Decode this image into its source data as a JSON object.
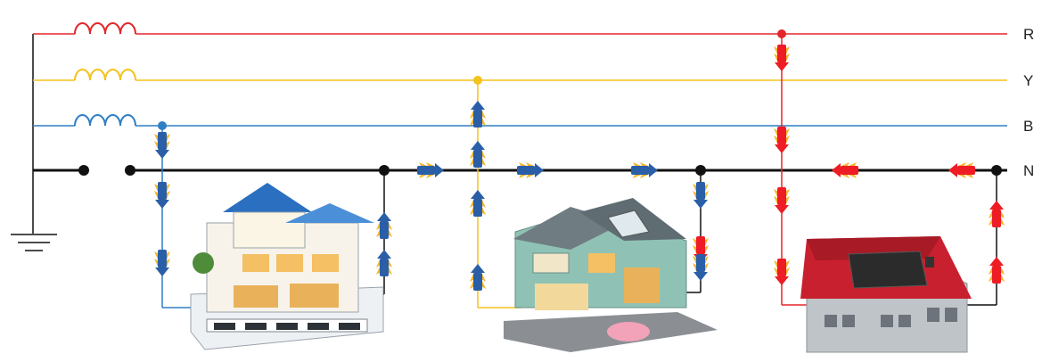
{
  "lines": {
    "r": {
      "label": "R",
      "color": "#e3262b"
    },
    "y": {
      "label": "Y",
      "color": "#f5c21b"
    },
    "b": {
      "label": "B",
      "color": "#2f7fc4"
    },
    "n": {
      "label": "N",
      "color": "#111111"
    }
  },
  "colors": {
    "wire_red": "#e3262b",
    "wire_yellow": "#f5c21b",
    "wire_blue": "#2f7fc4",
    "wire_neutral": "#111111",
    "arrow_blue": "#2a5fa8",
    "arrow_blue_dark": "#1b3f78",
    "arrow_yellow": "#f7b52a",
    "arrow_red": "#ee1c24",
    "roof_red": "#c8202e",
    "house_blue_roof": "#2b6fc0",
    "house_green_wall": "#8fc2b5",
    "house_gray_wall": "#bfc4c9",
    "solar_panel": "#2b2b2b"
  },
  "icons": [
    "inductor-coil-icon",
    "ground-symbol-icon",
    "flow-arrow-icon",
    "junction-dot-icon",
    "house-icon"
  ]
}
